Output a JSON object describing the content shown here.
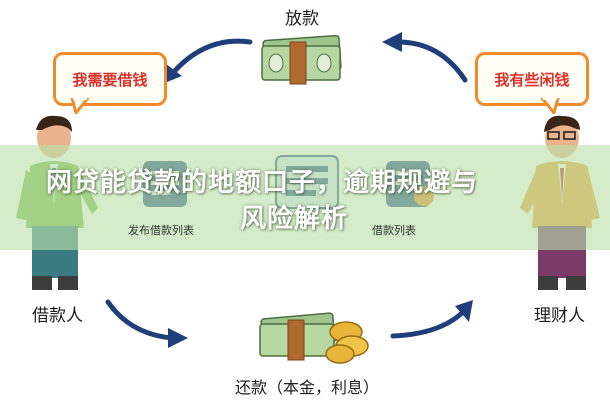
{
  "labels": {
    "top": "放款",
    "left": "借款人",
    "right": "理财人",
    "bottom": "还款（本金，利息）"
  },
  "bubbles": {
    "left": "我需要借钱",
    "right": "我有些闲钱"
  },
  "panels": {
    "left_caption": "发布借款列表",
    "right_caption": "借款列表"
  },
  "overlay": {
    "line1": "网贷能贷款的地额口子，逾期规避与",
    "line2": "风险解析"
  },
  "colors": {
    "bubble_border": "#f08a2a",
    "bubble_text": "#d8322a",
    "arrow": "#1f3f7a",
    "overlay": "#bae0aa"
  },
  "icons": [
    "money-stack-icon",
    "money-coins-icon",
    "document-icon",
    "list-icon"
  ]
}
